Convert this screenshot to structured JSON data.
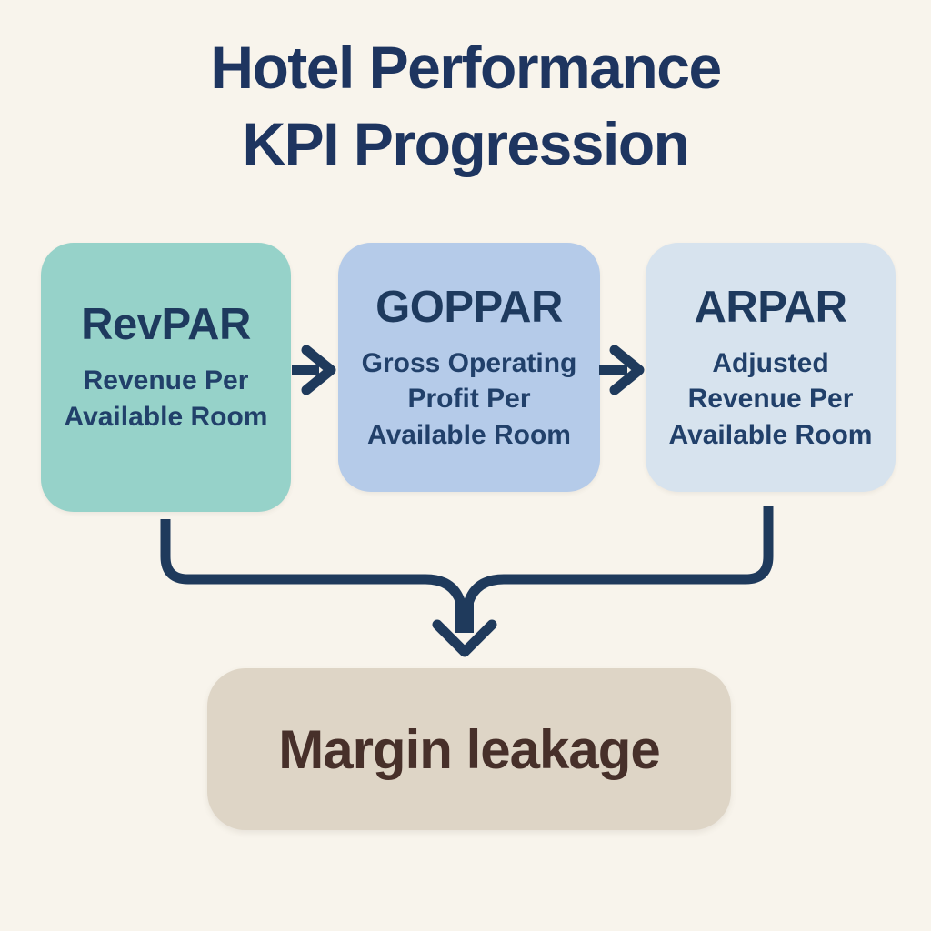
{
  "title": {
    "line1": "Hotel Performance",
    "line2": "KPI Progression"
  },
  "kpi_boxes": [
    {
      "acronym": "RevPAR",
      "definition": "Revenue Per\nAvailable Room",
      "bg_color": "#96d2c9"
    },
    {
      "acronym": "GOPPAR",
      "definition": "Gross Operating\nProfit Per\nAvailable Room",
      "bg_color": "#b5cbe9"
    },
    {
      "acronym": "ARPAR",
      "definition": "Adjusted\nRevenue Per\nAvailable Room",
      "bg_color": "#d7e3ee"
    }
  ],
  "outcome": {
    "label": "Margin leakage",
    "bg_color": "#ded5c6",
    "text_color": "#47302a"
  },
  "icons": {
    "arrow_revpar_to_goppar": "right-arrow",
    "arrow_goppar_to_arpar": "right-arrow",
    "merge_connector": "merge-down-arrow"
  },
  "colors": {
    "background": "#f8f4ec",
    "title_text": "#1e3560",
    "kpi_text": "#1e3a5e",
    "kpi_definition_text": "#21406a",
    "arrow": "#1f3a5c"
  }
}
